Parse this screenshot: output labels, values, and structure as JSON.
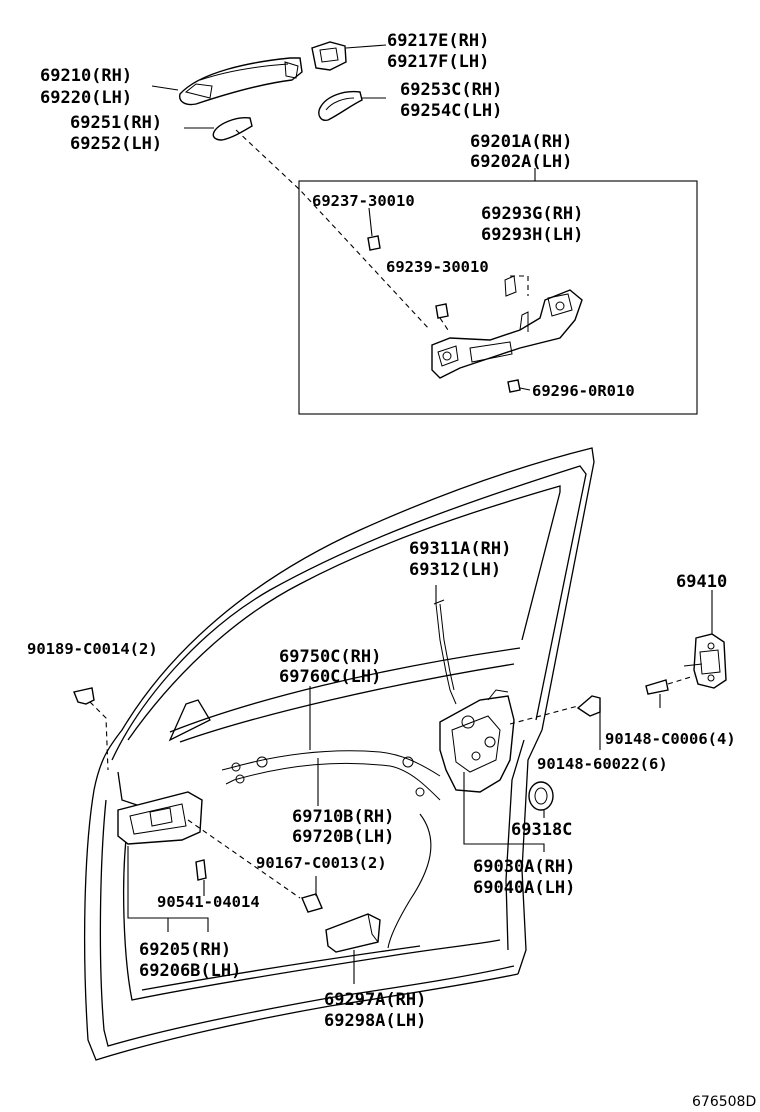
{
  "labels": {
    "p69217": [
      "69217E(RH)",
      "69217F(LH)"
    ],
    "p69210": [
      "69210(RH)",
      "69220(LH)"
    ],
    "p69253": [
      "69253C(RH)",
      "69254C(LH)"
    ],
    "p69251": [
      "69251(RH)",
      "69252(LH)"
    ],
    "p69201": [
      "69201A(RH)",
      "69202A(LH)"
    ],
    "p69237": "69237-30010",
    "p69293": [
      "69293G(RH)",
      "69293H(LH)"
    ],
    "p69239": "69239-30010",
    "p69296": "69296-0R010",
    "p69311": [
      "69311A(RH)",
      "69312(LH)"
    ],
    "p69410": "69410",
    "p90189": "90189-C0014(2)",
    "p69750": [
      "69750C(RH)",
      "69760C(LH)"
    ],
    "p90148a": "90148-C0006(4)",
    "p90148b": "90148-60022(6)",
    "p69710": [
      "69710B(RH)",
      "69720B(LH)"
    ],
    "p69318": "69318C",
    "p90167": "90167-C0013(2)",
    "p69030": [
      "69030A(RH)",
      "69040A(LH)"
    ],
    "p90541": "90541-04014",
    "p69205": [
      "69205(RH)",
      "69206B(LH)"
    ],
    "p69297": [
      "69297A(RH)",
      "69298A(LH)"
    ]
  },
  "diagram_code": "676508D"
}
